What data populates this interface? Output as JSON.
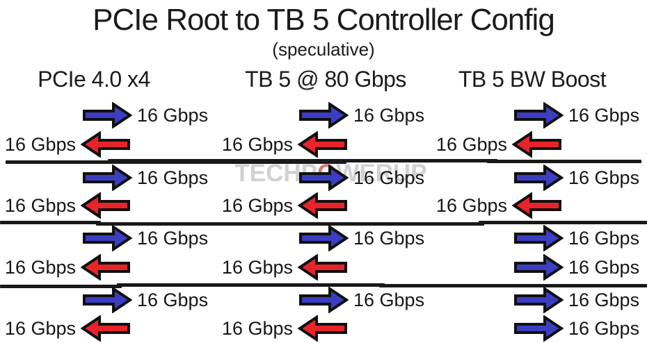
{
  "title": "PCIe Root to TB 5 Controller Config",
  "subtitle": "(speculative)",
  "watermark": {
    "left": "TECHP",
    "o": "O",
    "right": "WERUP"
  },
  "colors": {
    "arrow_blue": "#3b3ec0",
    "arrow_red": "#e8242b",
    "arrow_outline": "#101010"
  },
  "columns": [
    {
      "header": "PCIe 4.0 x4",
      "rows": [
        [
          {
            "direction": "right",
            "color": "blue",
            "label": "16 Gbps"
          },
          {
            "direction": "left",
            "color": "red",
            "label": "16 Gbps"
          }
        ],
        [
          {
            "direction": "right",
            "color": "blue",
            "label": "16 Gbps"
          },
          {
            "direction": "left",
            "color": "red",
            "label": "16 Gbps"
          }
        ],
        [
          {
            "direction": "right",
            "color": "blue",
            "label": "16 Gbps"
          },
          {
            "direction": "left",
            "color": "red",
            "label": "16 Gbps"
          }
        ],
        [
          {
            "direction": "right",
            "color": "blue",
            "label": "16 Gbps"
          },
          {
            "direction": "left",
            "color": "red",
            "label": "16 Gbps"
          }
        ]
      ]
    },
    {
      "header": "TB 5 @ 80 Gbps",
      "rows": [
        [
          {
            "direction": "right",
            "color": "blue",
            "label": "16 Gbps"
          },
          {
            "direction": "left",
            "color": "red",
            "label": "16 Gbps"
          }
        ],
        [
          {
            "direction": "right",
            "color": "blue",
            "label": "16 Gbps"
          },
          {
            "direction": "left",
            "color": "red",
            "label": "16 Gbps"
          }
        ],
        [
          {
            "direction": "right",
            "color": "blue",
            "label": "16 Gbps"
          },
          {
            "direction": "left",
            "color": "red",
            "label": "16 Gbps"
          }
        ],
        [
          {
            "direction": "right",
            "color": "blue",
            "label": "16 Gbps"
          },
          {
            "direction": "left",
            "color": "red",
            "label": "16 Gbps"
          }
        ]
      ]
    },
    {
      "header": "TB 5 BW Boost",
      "rows": [
        [
          {
            "direction": "right",
            "color": "blue",
            "label": "16 Gbps"
          },
          {
            "direction": "left",
            "color": "red",
            "label": "16 Gbps"
          }
        ],
        [
          {
            "direction": "right",
            "color": "blue",
            "label": "16 Gbps"
          },
          {
            "direction": "left",
            "color": "red",
            "label": "16 Gbps"
          }
        ],
        [
          {
            "direction": "right",
            "color": "blue",
            "label": "16 Gbps"
          },
          {
            "direction": "right",
            "color": "blue",
            "label": "16 Gbps"
          }
        ],
        [
          {
            "direction": "right",
            "color": "blue",
            "label": "16 Gbps"
          },
          {
            "direction": "right",
            "color": "blue",
            "label": "16 Gbps"
          }
        ]
      ]
    }
  ]
}
